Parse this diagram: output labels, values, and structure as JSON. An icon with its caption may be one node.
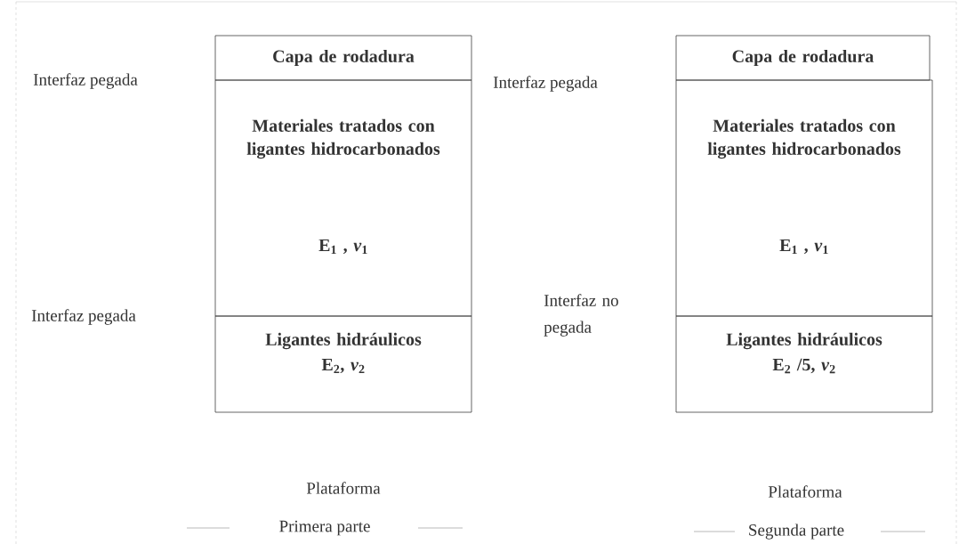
{
  "diagram": {
    "nodes": [
      {
        "text": [
          "Capa de rodadura"
        ]
      },
      {
        "text": [
          "Materiales tratados con ligantes hidrocarbonados",
          "E$_{1}$ , *ν*$_{1}$"
        ]
      },
      {
        "text": [
          "Ligantes hidráulicos",
          "E$_{2}$, *ν*$_{2}$"
        ]
      },
      {
        "text": [
          "Capa de rodadura"
        ]
      },
      {
        "text": [
          "Materiales tratados con ligantes hidrocarbonados",
          "E$_{1}$ , *ν*$_{1}$"
        ]
      },
      {
        "text": [
          "Ligantes hidráulicos",
          "E$_{2}$ /5, *ν*$_{2}$"
        ]
      }
    ],
    "labels": [
      "Interfaz pegada",
      "Interfaz pegada",
      "Interfaz pegada",
      "Interfaz no pegada",
      "Plataforma",
      "Plataforma",
      "Primera parte",
      "Segunda parte"
    ]
  }
}
